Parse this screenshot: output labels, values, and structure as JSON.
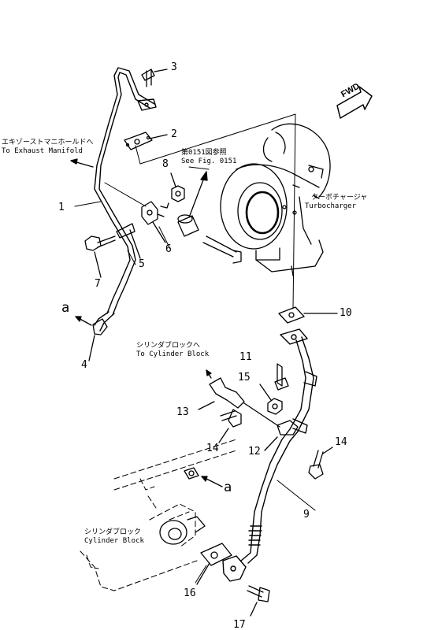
{
  "callouts": {
    "c1": "1",
    "c2": "2",
    "c3": "3",
    "c4": "4",
    "c5": "5",
    "c6": "6",
    "c7": "7",
    "c8": "8",
    "c9": "9",
    "c10": "10",
    "c11": "11",
    "c12": "12",
    "c13": "13",
    "c14a": "14",
    "c14b": "14",
    "c15": "15",
    "c16": "16",
    "c17": "17"
  },
  "ref_letters": {
    "a_top": "a",
    "a_bottom": "a"
  },
  "notes": {
    "exhaust_jp": "エキゾーストマニホールドへ",
    "exhaust_en": "To Exhaust Manifold",
    "fig_jp": "第0151図参照",
    "fig_en": "See Fig. 0151",
    "turbo_jp": "ターボチャージャ",
    "turbo_en": "Turbocharger",
    "block_to_jp": "シリンダブロックへ",
    "block_to_en": "To Cylinder Block",
    "block_jp": "シリンダブロック",
    "block_en": "Cylinder Block"
  },
  "fwd_label": "FWD"
}
